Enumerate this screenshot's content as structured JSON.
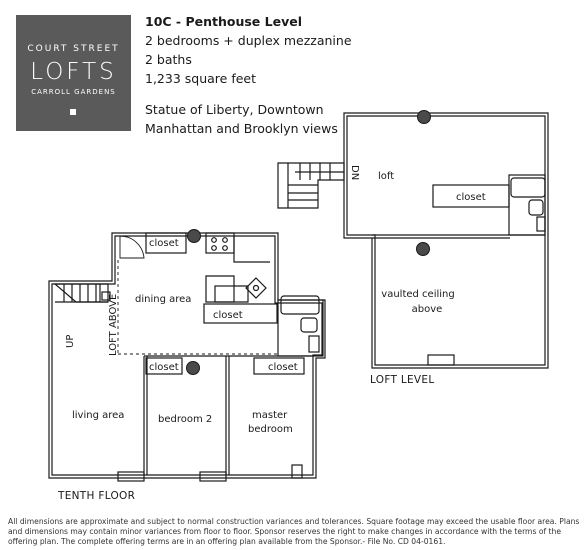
{
  "logo": {
    "line1": "COURT STREET",
    "line2": "LOFTS",
    "line3": "CARROLL GARDENS"
  },
  "unit": {
    "title": "10C - Penthouse Level",
    "bedrooms": "2 bedrooms + duplex mezzanine",
    "baths": "2 baths",
    "size": "1,233 square feet",
    "views_line1": "Statue of Liberty, Downtown",
    "views_line2": "Manhattan and Brooklyn views"
  },
  "labels": {
    "loft": "loft",
    "closet": "closet",
    "vaulted1": "vaulted ceiling",
    "vaulted2": "above",
    "dining": "dining area",
    "living": "living area",
    "bedroom2": "bedroom 2",
    "master1": "master",
    "master2": "bedroom",
    "loft_above": "LOFT ABOVE",
    "up": "UP",
    "dn": "DN"
  },
  "floors": {
    "loft_level": "LOFT LEVEL",
    "tenth_floor": "TENTH FLOOR"
  },
  "disclaimer": "All dimensions are approximate and subject to normal construction variances and tolerances. Square footage may exceed the usable floor area. Plans and dimensions may contain minor variances from floor to floor. Sponsor reserves the right to make changes in accordance with the terms of the offering plan.  The complete offering terms are in an offering plan available from the Sponsor.- File No. CD 04-0161.",
  "colors": {
    "logo_bg": "#5a5a5a",
    "walls": "#1a1a1a",
    "column": "#4a4a4a"
  }
}
